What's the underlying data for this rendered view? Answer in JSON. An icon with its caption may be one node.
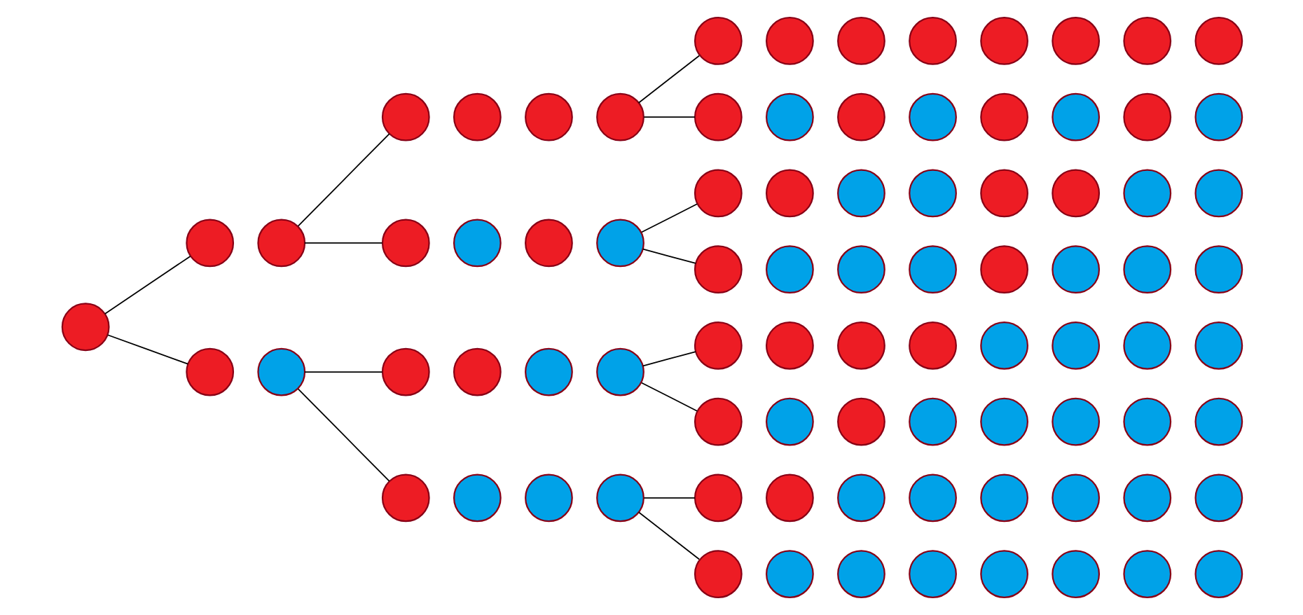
{
  "diagram": {
    "nodes": [
      {
        "text": [],
        "shape": "circle"
      },
      {
        "text": [],
        "shape": "circle"
      },
      {
        "text": [],
        "shape": "circle"
      },
      {
        "text": [],
        "shape": "circle"
      },
      {
        "text": [],
        "shape": "circle"
      },
      {
        "text": [],
        "shape": "circle"
      },
      {
        "text": [],
        "shape": "circle"
      },
      {
        "text": [],
        "shape": "circle"
      },
      {
        "text": [],
        "shape": "circle"
      },
      {
        "text": [],
        "shape": "circle"
      },
      {
        "text": [],
        "shape": "circle"
      },
      {
        "text": [],
        "shape": "circle"
      },
      {
        "text": [],
        "shape": "circle"
      },
      {
        "text": [],
        "shape": "circle"
      },
      {
        "text": [],
        "shape": "circle"
      },
      {
        "text": [],
        "shape": "circle"
      },
      {
        "text": [],
        "shape": "circle"
      },
      {
        "text": [],
        "shape": "circle"
      },
      {
        "text": [],
        "shape": "circle"
      },
      {
        "text": [],
        "shape": "circle"
      },
      {
        "text": [],
        "shape": "circle"
      },
      {
        "text": [],
        "shape": "circle"
      },
      {
        "text": [],
        "shape": "circle"
      },
      {
        "text": [],
        "shape": "circle"
      },
      {
        "text": [],
        "shape": "circle"
      },
      {
        "text": [],
        "shape": "circle"
      },
      {
        "text": [],
        "shape": "circle"
      },
      {
        "text": [],
        "shape": "circle"
      },
      {
        "text": [],
        "shape": "circle"
      },
      {
        "text": [],
        "shape": "circle"
      },
      {
        "text": [],
        "shape": "circle"
      },
      {
        "text": [],
        "shape": "circle"
      },
      {
        "text": [],
        "shape": "circle"
      },
      {
        "text": [],
        "shape": "circle"
      },
      {
        "text": [],
        "shape": "circle"
      },
      {
        "text": [],
        "shape": "circle"
      },
      {
        "text": [],
        "shape": "circle"
      },
      {
        "text": [],
        "shape": "circle"
      },
      {
        "text": [],
        "shape": "circle"
      },
      {
        "text": [],
        "shape": "circle"
      },
      {
        "text": [],
        "shape": "circle"
      },
      {
        "text": [],
        "shape": "circle"
      },
      {
        "text": [],
        "shape": "circle"
      },
      {
        "text": [],
        "shape": "circle"
      },
      {
        "text": [],
        "shape": "circle"
      },
      {
        "text": [],
        "shape": "circle"
      },
      {
        "text": [],
        "shape": "circle"
      },
      {
        "text": [],
        "shape": "circle"
      },
      {
        "text": [],
        "shape": "circle"
      },
      {
        "text": [],
        "shape": "circle"
      },
      {
        "text": [],
        "shape": "circle"
      },
      {
        "text": [],
        "shape": "circle"
      },
      {
        "text": [],
        "shape": "circle"
      },
      {
        "text": [],
        "shape": "circle"
      },
      {
        "text": [],
        "shape": "circle"
      },
      {
        "text": [],
        "shape": "circle"
      },
      {
        "text": [],
        "shape": "circle"
      },
      {
        "text": [],
        "shape": "circle"
      },
      {
        "text": [],
        "shape": "circle"
      },
      {
        "text": [],
        "shape": "circle"
      },
      {
        "text": [],
        "shape": "circle"
      },
      {
        "text": [],
        "shape": "circle"
      },
      {
        "text": [],
        "shape": "circle"
      },
      {
        "text": [],
        "shape": "circle"
      },
      {
        "text": [],
        "shape": "circle"
      },
      {
        "text": [],
        "shape": "circle"
      },
      {
        "text": [],
        "shape": "circle"
      },
      {
        "text": [],
        "shape": "circle"
      },
      {
        "text": [],
        "shape": "circle"
      },
      {
        "text": [],
        "shape": "circle"
      },
      {
        "text": [],
        "shape": "circle"
      },
      {
        "text": [],
        "shape": "circle"
      },
      {
        "text": [],
        "shape": "circle"
      },
      {
        "text": [],
        "shape": "circle"
      },
      {
        "text": [],
        "shape": "circle"
      },
      {
        "text": [],
        "shape": "circle"
      },
      {
        "text": [],
        "shape": "circle"
      },
      {
        "text": [],
        "shape": "circle"
      },
      {
        "text": [],
        "shape": "circle"
      },
      {
        "text": [],
        "shape": "circle"
      },
      {
        "text": [],
        "shape": "circle"
      },
      {
        "text": [],
        "shape": "circle"
      },
      {
        "text": [],
        "shape": "circle"
      },
      {
        "text": [],
        "shape": "circle"
      },
      {
        "text": [],
        "shape": "circle"
      }
    ],
    "edges": [
      {
        "from": 0,
        "to": 1,
        "arrow": "none"
      },
      {
        "from": 0,
        "to": 3,
        "arrow": "none"
      },
      {
        "from": 2,
        "to": 5,
        "arrow": "none"
      },
      {
        "from": 2,
        "to": 9,
        "arrow": "none"
      },
      {
        "from": 4,
        "to": 13,
        "arrow": "none"
      },
      {
        "from": 4,
        "to": 17,
        "arrow": "none"
      },
      {
        "from": 8,
        "to": 21,
        "arrow": "none"
      },
      {
        "from": 8,
        "to": 29,
        "arrow": "none"
      },
      {
        "from": 12,
        "to": 37,
        "arrow": "none"
      },
      {
        "from": 12,
        "to": 45,
        "arrow": "none"
      },
      {
        "from": 16,
        "to": 53,
        "arrow": "none"
      },
      {
        "from": 16,
        "to": 61,
        "arrow": "none"
      },
      {
        "from": 20,
        "to": 69,
        "arrow": "none"
      },
      {
        "from": 20,
        "to": 77,
        "arrow": "none"
      }
    ]
  }
}
